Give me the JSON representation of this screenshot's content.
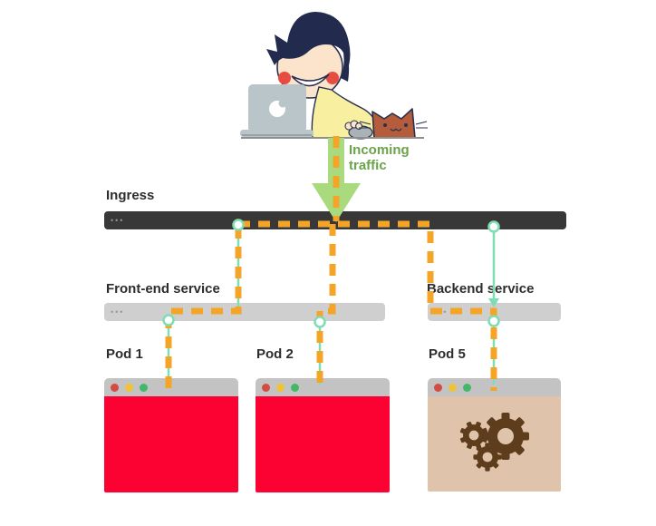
{
  "colors": {
    "orange": "#F4A426",
    "teal": "#7EDDB3",
    "arrow_green": "#A9DA7E",
    "label_green": "#6BA24A",
    "label_dark": "#2D2D2D",
    "ingress_bar": "#383838",
    "service_bar": "#CFCFCF",
    "pod_titlebar": "#C3C3C3",
    "pod_red": "#FC0233",
    "pod_tan": "#DFC3AB",
    "gear_brown": "#5E3D1C",
    "dot_red": "#D44C41",
    "dot_yellow": "#EEC337",
    "dot_green": "#43B868",
    "illus_outline": "#2A3150",
    "skin": "#FCE3CC",
    "hair": "#222A4D",
    "cheek": "#E64C3F",
    "shirt": "#F8EFA0",
    "laptop": "#B9C5C8",
    "mouse": "#A9B3B6",
    "cat": "#B45C3C",
    "desk_line": "#8E8E8E"
  },
  "illustration": {
    "name": "person-at-laptop-with-cat"
  },
  "traffic_label": {
    "line1": "Incoming",
    "line2": "traffic"
  },
  "ingress": {
    "label": "Ingress",
    "menu_dots": "•••"
  },
  "services": [
    {
      "id": "frontend",
      "label": "Front-end service",
      "menu_dots": "•••"
    },
    {
      "id": "backend",
      "label": "Backend service",
      "menu_dots": "•••"
    }
  ],
  "pods": [
    {
      "label": "Pod 1",
      "type": "frontend"
    },
    {
      "label": "Pod 2",
      "type": "frontend"
    },
    {
      "label": "Pod 5",
      "type": "backend"
    }
  ]
}
